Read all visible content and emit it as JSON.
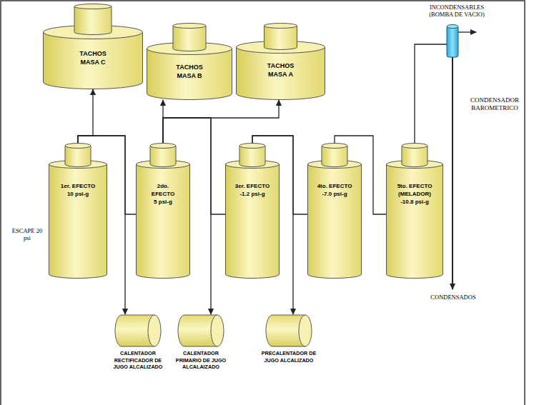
{
  "diagram": {
    "nodes": [
      {
        "text": [
          "TACHOS MASA C"
        ]
      },
      {
        "text": [
          "TACHOS MASA B"
        ]
      },
      {
        "text": [
          "TACHOS MASA A"
        ]
      },
      {
        "text": [
          "1er. EFECTO",
          "10 psi-g"
        ]
      },
      {
        "text": [
          "2do. EFECTO",
          "5 psi-g"
        ]
      },
      {
        "text": [
          "3er. EFECTO",
          "-1.2 psi-g"
        ]
      },
      {
        "text": [
          "4to. EFECTO",
          "-7.0 psi-g"
        ]
      },
      {
        "text": [
          "5to. EFECTO (MELADOR)",
          "-10.8 psi-g"
        ]
      },
      {
        "text": [
          "CALENTADOR RECTIFICADOR DE JUGO ALCALIZADO"
        ]
      },
      {
        "text": [
          "CALENTADOR PRIMARIO DE JUGO ALCALAIZADO"
        ]
      },
      {
        "text": [
          "PRECALENTADOR DE JUGO ALCALIZADO"
        ]
      }
    ],
    "edges": [
      {
        "from": 3,
        "to": 0,
        "arrow": "to"
      },
      {
        "from": 3,
        "to": 4,
        "arrow": "none"
      },
      {
        "from": 3,
        "to": 8,
        "arrow": "to"
      },
      {
        "from": 4,
        "to": 1,
        "arrow": "to"
      },
      {
        "from": 4,
        "to": 2,
        "arrow": "to"
      },
      {
        "from": 4,
        "to": 5,
        "arrow": "none"
      },
      {
        "from": 4,
        "to": 9,
        "arrow": "to"
      },
      {
        "from": 5,
        "to": 6,
        "arrow": "none"
      },
      {
        "from": 5,
        "to": 10,
        "arrow": "to"
      },
      {
        "from": 6,
        "to": 7,
        "arrow": "none"
      }
    ],
    "labels": [
      "ESCAPE 20 psi",
      "INCONDENSABLES (BOMBA DE VACIO)",
      "CONDENSADOR BAROMETRICO",
      "CONDENSADOS"
    ]
  }
}
